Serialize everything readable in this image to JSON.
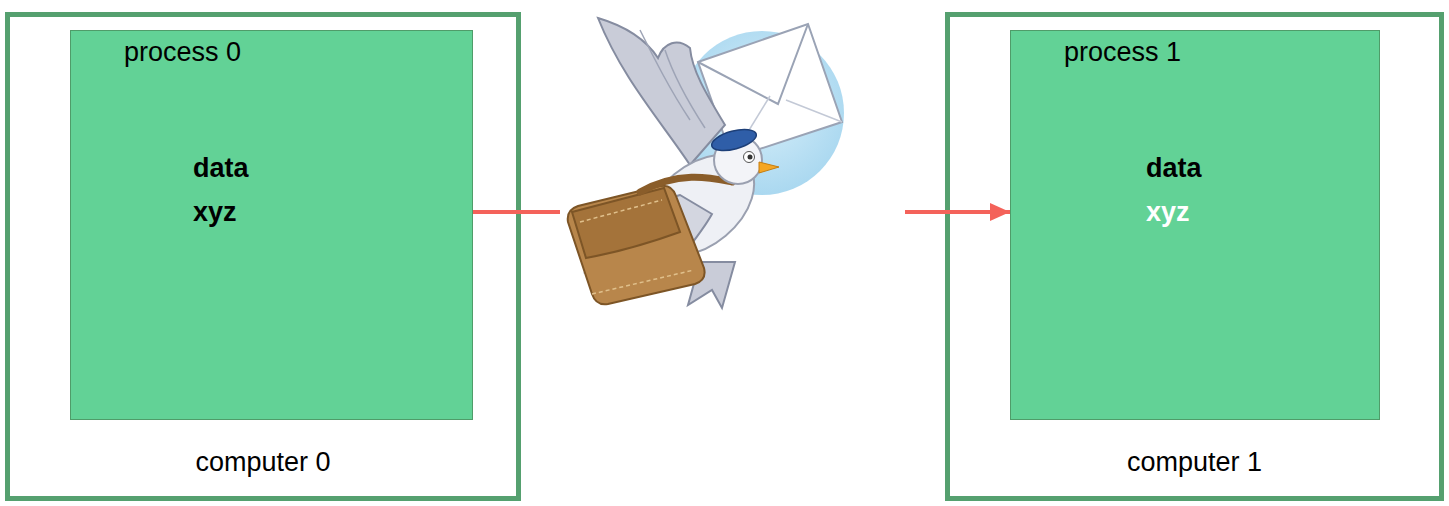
{
  "diagram": {
    "nodes": [
      {
        "text": [
          "computer 0"
        ]
      },
      {
        "text": [
          "process 0",
          "data",
          "xyz"
        ],
        "in": 0
      },
      {
        "text": [
          "computer 1"
        ]
      },
      {
        "text": [
          "process 1",
          "data",
          "xyz"
        ],
        "in": 2
      }
    ],
    "edges": [
      {
        "from": 1,
        "to": 3,
        "arrow": "to"
      }
    ]
  }
}
